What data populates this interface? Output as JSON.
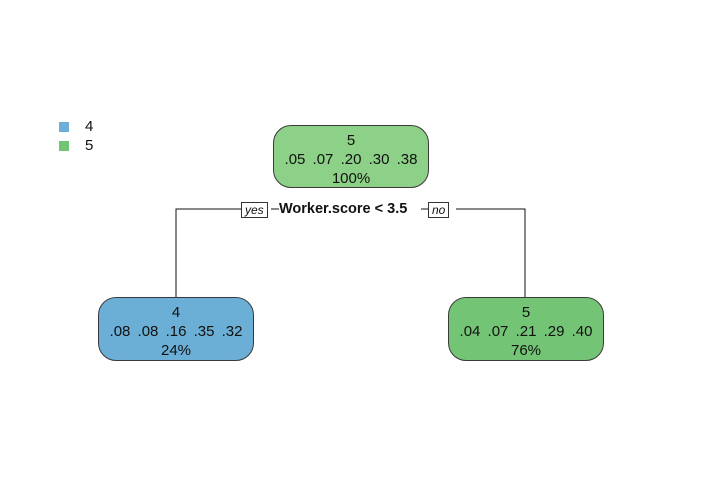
{
  "colors": {
    "class_4": "#6baed6",
    "class_5": "#74c476",
    "root_fill": "#8dd087",
    "edge": "#111111",
    "node_border": "#3a3a3a"
  },
  "legend": [
    {
      "label": "4"
    },
    {
      "label": "5"
    }
  ],
  "split": {
    "condition": "Worker.score < 3.5",
    "yes_label": "yes",
    "no_label": "no"
  },
  "nodes": {
    "root": {
      "predicted": "5",
      "probs": ".05  .07  .20  .30  .38",
      "percent": "100%"
    },
    "left": {
      "predicted": "4",
      "probs": ".08  .08  .16  .35  .32",
      "percent": "24%"
    },
    "right": {
      "predicted": "5",
      "probs": ".04  .07  .21  .29  .40",
      "percent": "76%"
    }
  }
}
